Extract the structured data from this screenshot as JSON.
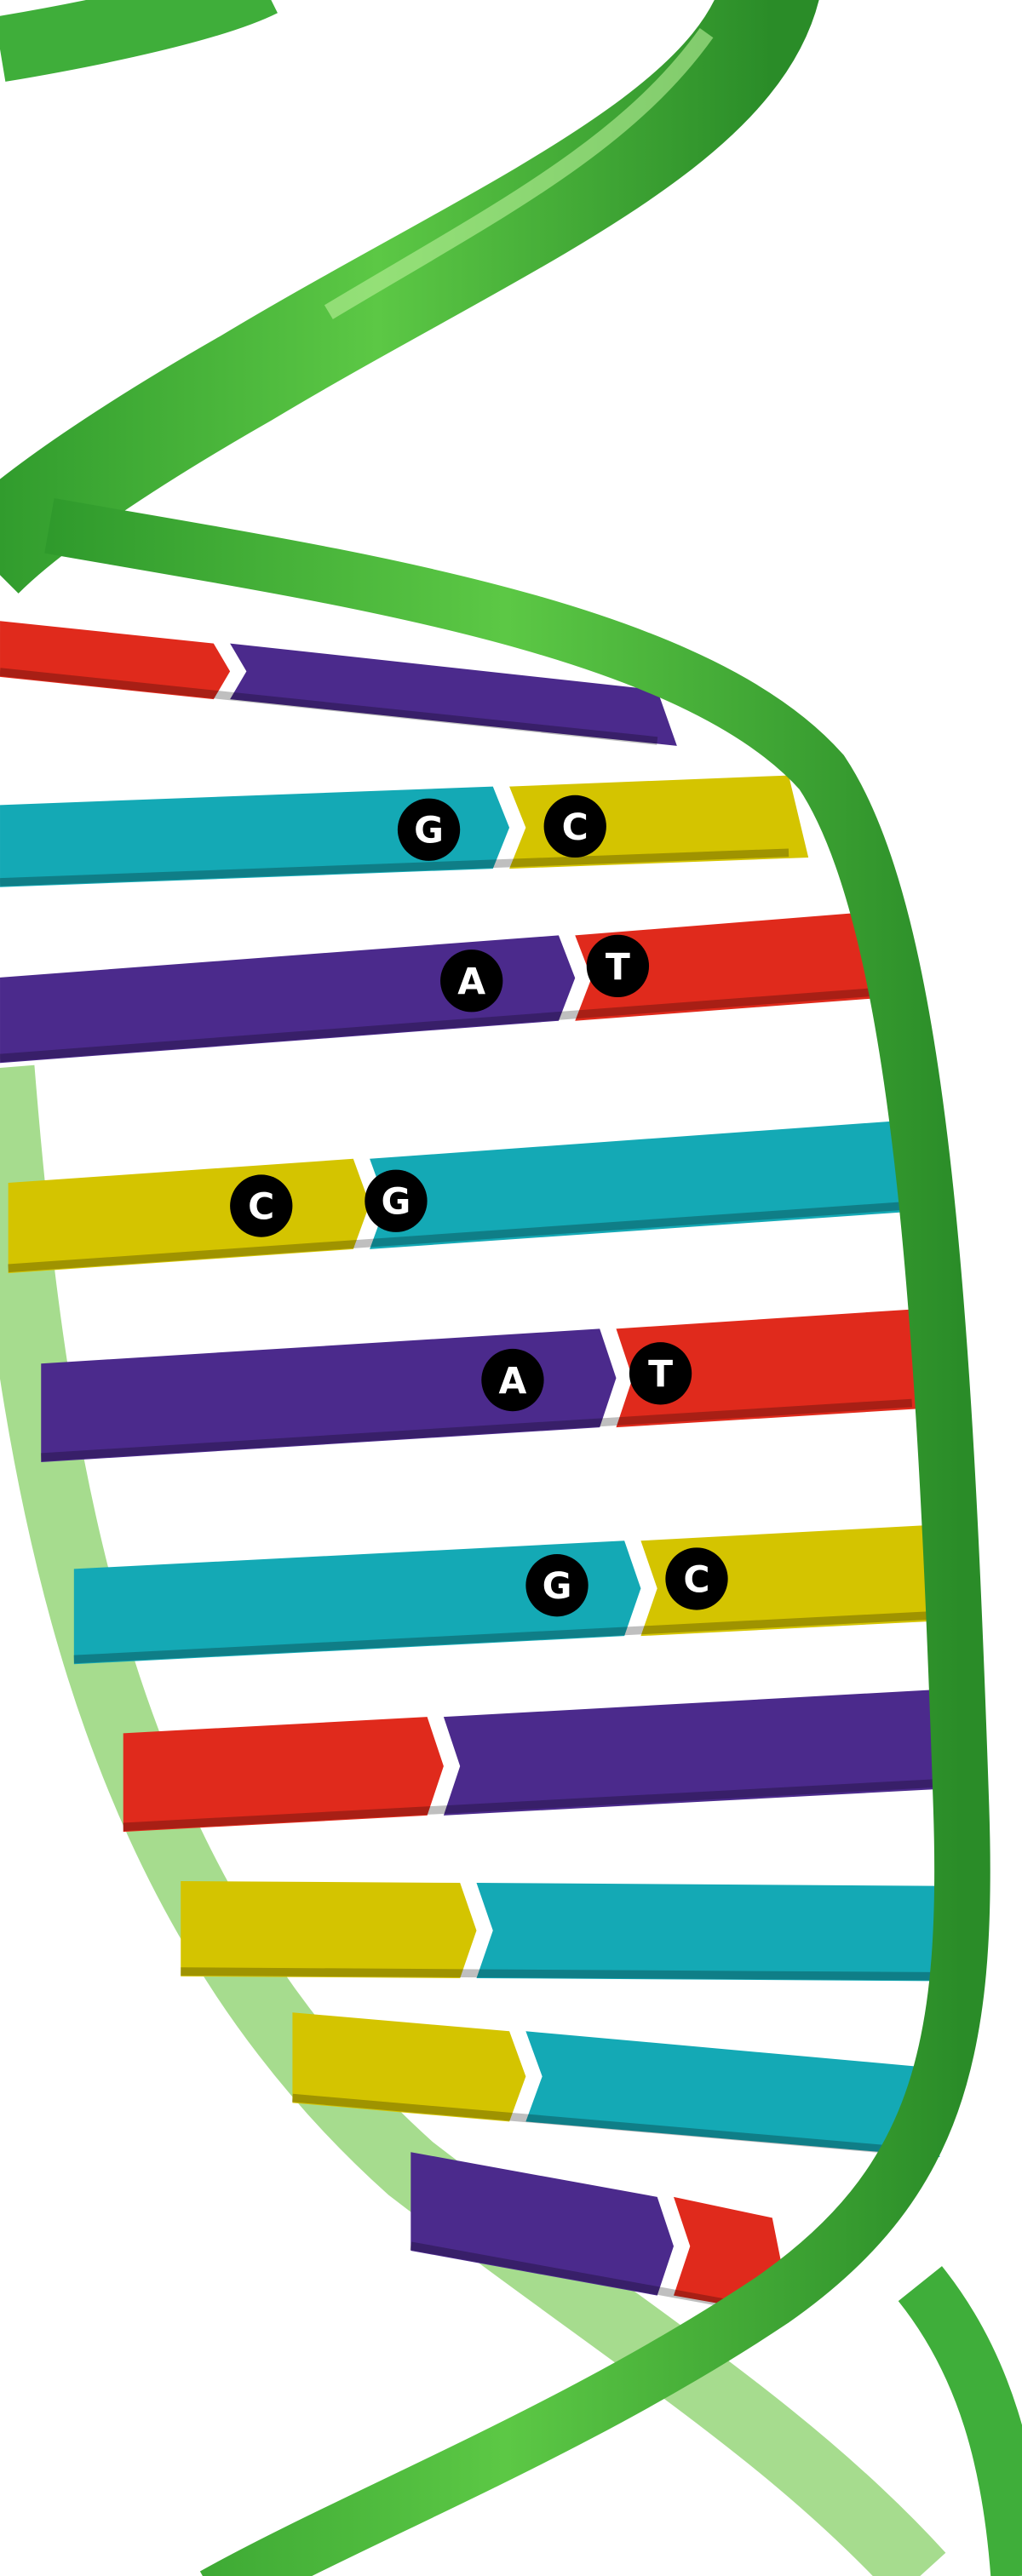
{
  "colors": {
    "backbone": "#3fae3a",
    "backbone_light": "#8fd86e",
    "guanine": "#14a9b5",
    "cytosine": "#d4c400",
    "adenine": "#4b2a8c",
    "thymine": "#e02a1c",
    "label_bg": "#000000",
    "label_text": "#ffffff"
  },
  "base_pairs": [
    {
      "left": "G",
      "right": "C"
    },
    {
      "left": "A",
      "right": "T"
    },
    {
      "left": "C",
      "right": "G"
    },
    {
      "left": "A",
      "right": "T"
    },
    {
      "left": "G",
      "right": "C"
    }
  ]
}
